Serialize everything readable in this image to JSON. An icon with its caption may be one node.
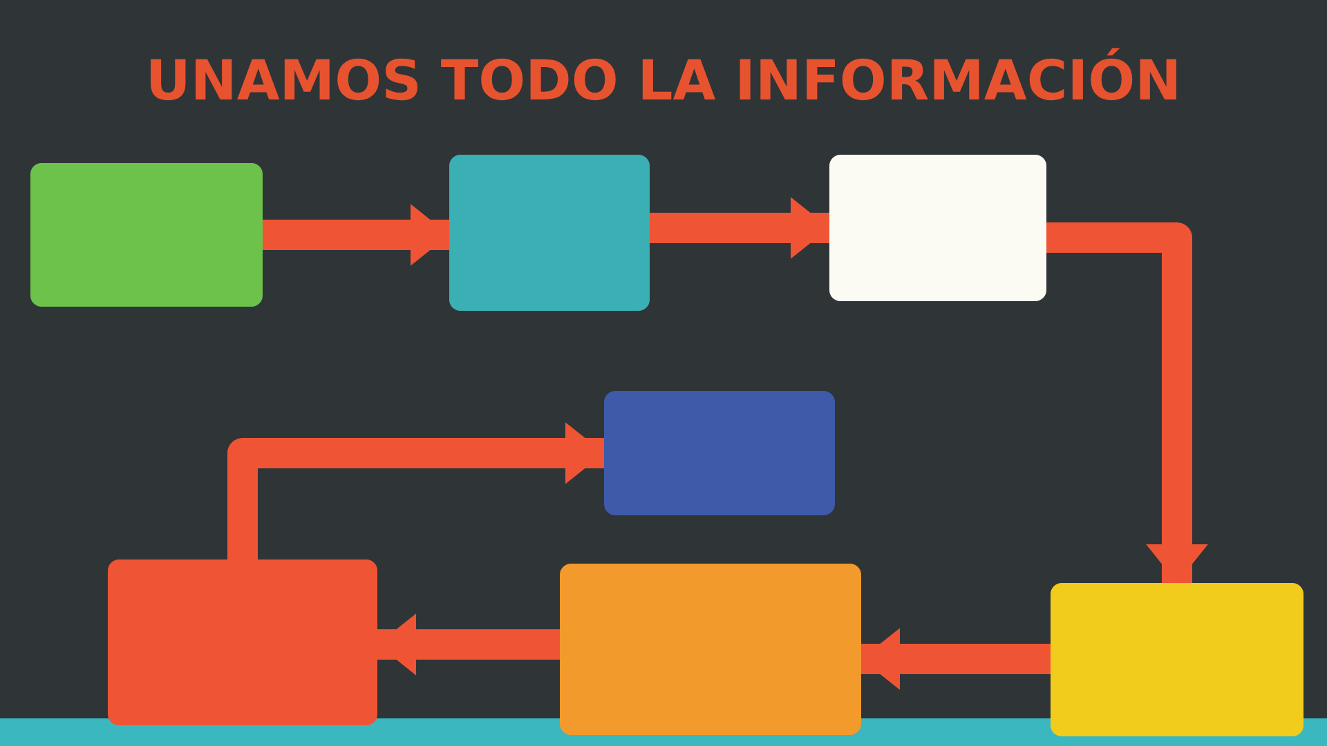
{
  "diagram": {
    "title": "UNAMOS TODO LA INFORMACIÓN",
    "nodes": [
      {
        "text": [],
        "shape": "box"
      },
      {
        "text": [],
        "shape": "box"
      },
      {
        "text": [],
        "shape": "box"
      },
      {
        "text": [],
        "shape": "box"
      },
      {
        "text": [],
        "shape": "box"
      },
      {
        "text": [],
        "shape": "box"
      },
      {
        "text": [],
        "shape": "box"
      }
    ],
    "edges": [
      {
        "from": 0,
        "to": 1,
        "arrow": "to"
      },
      {
        "from": 1,
        "to": 2,
        "arrow": "to"
      },
      {
        "from": 2,
        "to": 6,
        "arrow": "to"
      },
      {
        "from": 6,
        "to": 5,
        "arrow": "to"
      },
      {
        "from": 5,
        "to": 4,
        "arrow": "to"
      },
      {
        "from": 4,
        "to": 3,
        "arrow": "to"
      }
    ]
  }
}
